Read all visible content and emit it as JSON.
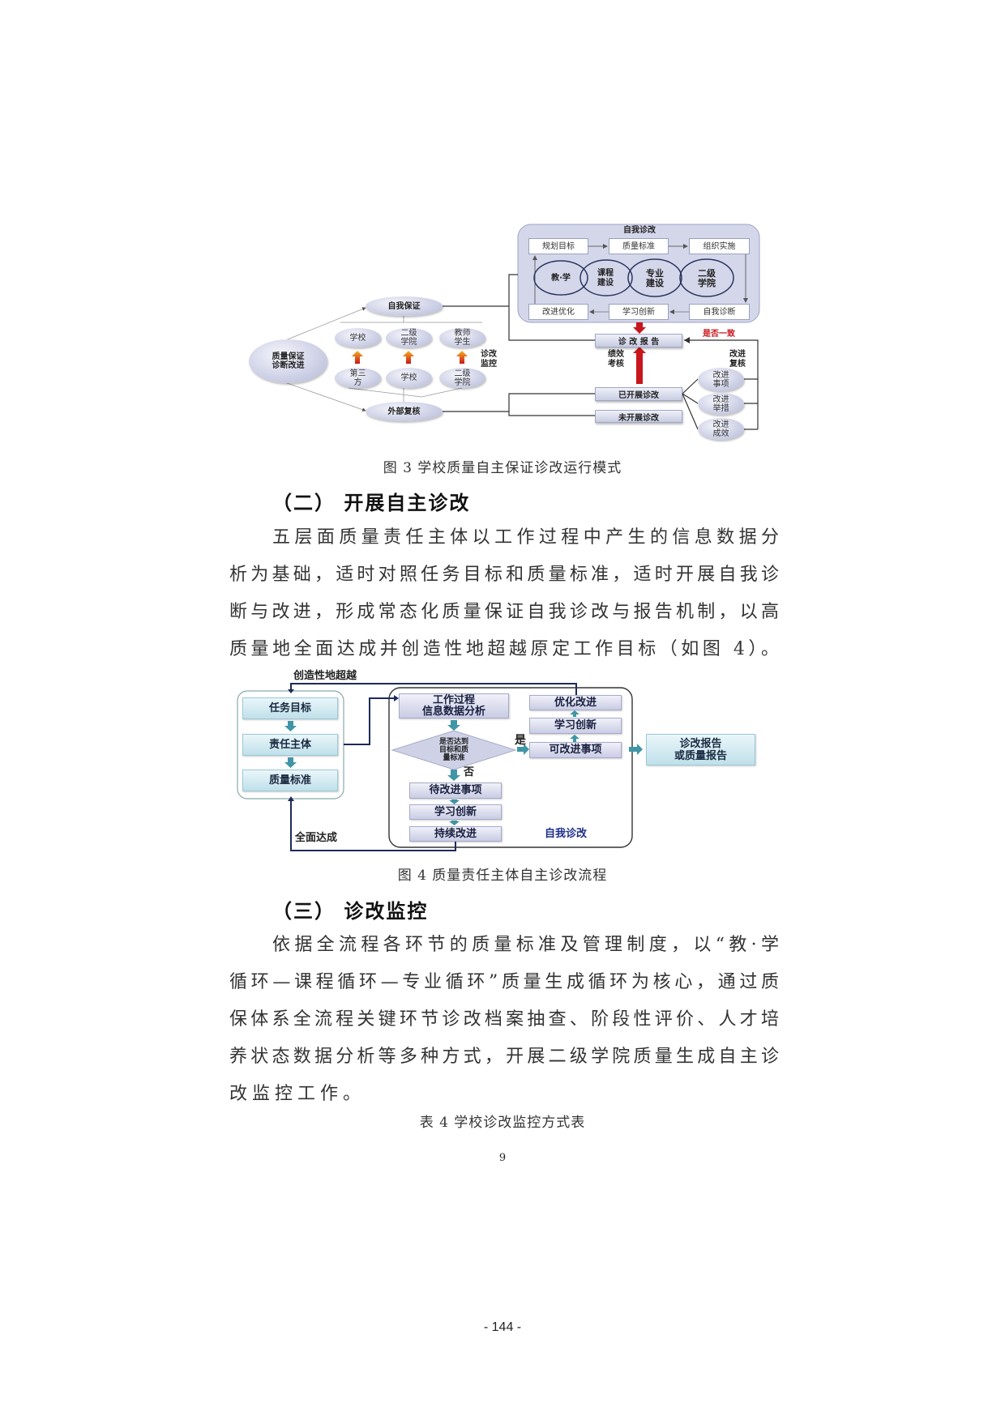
{
  "figure3": {
    "loop_box_title": "自我诊改",
    "top_boxes": [
      "规划目标",
      "质量标准",
      "组织实施"
    ],
    "loop_labels": [
      "教·学",
      "课程\n建设",
      "专业\n建设",
      "二级\n学院"
    ],
    "bottom_boxes": [
      "改进优化",
      "学习创新",
      "自我诊断"
    ],
    "report": "诊 改 报 告",
    "consistency": "是否一致",
    "performance": "绩效\n考核",
    "done": "已开展诊改",
    "not_done": "未开展诊改",
    "review_label": "改进\n复核",
    "review_items": [
      "改进\n事项",
      "改进\n举措",
      "改进\n成效"
    ],
    "root": "质量保证\n诊断改进",
    "self_assure": "自我保证",
    "external": "外部复核",
    "upper_row": [
      "学校",
      "二级\n学院",
      "教师\n学生"
    ],
    "lower_row": [
      "第三\n方",
      "学校",
      "二级\n学院"
    ],
    "monitor": "诊改\n监控",
    "caption": "图 3 学校质量自主保证诊改运行模式"
  },
  "section2": {
    "heading": "（二） 开展自主诊改",
    "lines": [
      "五层面质量责任主体以工作过程中产生的信息数据分",
      "析为基础，适时对照任务目标和质量标准，适时开展自我诊",
      "断与改进，形成常态化质量保证自我诊改与报告机制，以高",
      "质量地全面达成并创造性地超越原定工作目标（如图 4）。"
    ]
  },
  "figure4": {
    "exceed_label": "创造性地超越",
    "achieve_label": "全面达成",
    "left_boxes": [
      "任务目标",
      "责任主体",
      "质量标准"
    ],
    "analysis": "工作过程\n信息数据分析",
    "decision": "是否达到\n目标和质\n量标准",
    "yes": "是",
    "no": "否",
    "no_branch": [
      "待改进事项",
      "学习创新",
      "持续改进"
    ],
    "yes_branch": [
      "优化改进",
      "学习创新",
      "可改进事项"
    ],
    "self_label": "自我诊改",
    "report": "诊改报告\n或质量报告",
    "caption": "图 4  质量责任主体自主诊改流程"
  },
  "section3": {
    "heading": "（三） 诊改监控",
    "lines": [
      "依据全流程各环节的质量标准及管理制度，以“教·学",
      "循环—课程循环—专业循环”质量生成循环为核心，通过质",
      "保体系全流程关键环节诊改档案抽查、阶段性评价、人才培",
      "养状态数据分析等多种方式，开展二级学院质量生成自主诊",
      "改监控工作。"
    ],
    "table_caption": "表 4  学校诊改监控方式表"
  },
  "inner_page_number": "9",
  "page_number": "- 144 -",
  "colors": {
    "line": "#1e2a5a",
    "red": "#c8161d",
    "teal": "#3f96a6",
    "blue_text": "#1f2f8a"
  }
}
